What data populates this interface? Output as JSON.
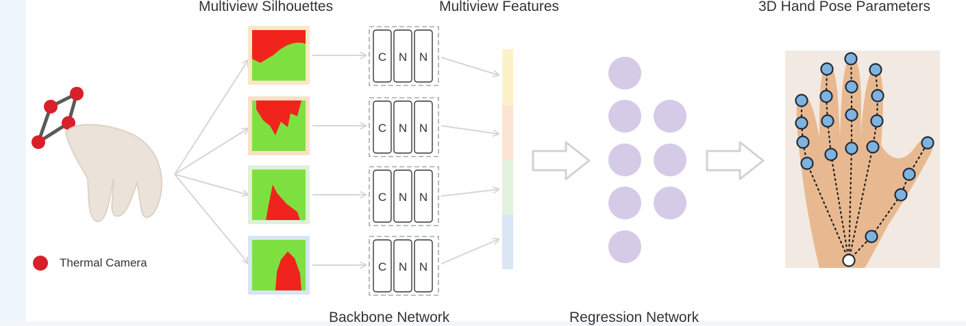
{
  "labels": {
    "silhouettes": "Multiview Silhouettes",
    "features": "Multiview Features",
    "pose": "3D Hand Pose Parameters",
    "backbone": "Backbone Network",
    "regression": "Regression Network",
    "legend_camera": "Thermal Camera"
  },
  "cnn_letters": [
    "C",
    "N",
    "N"
  ],
  "views": [
    {
      "id": "view-1",
      "frame_color": "#fbe7c4"
    },
    {
      "id": "view-2",
      "frame_color": "#fbe0c8"
    },
    {
      "id": "view-3",
      "frame_color": "#dff0d8"
    },
    {
      "id": "view-4",
      "frame_color": "#d7e4f2"
    }
  ],
  "feature_bar_colors": [
    "#fdf1c9",
    "#fbe3d4",
    "#e3f2dd",
    "#dbe6f5"
  ],
  "colors": {
    "camera_red": "#d8202a",
    "neuron": "#d6cbe6",
    "keypoint": "#7fb3df",
    "arrow": "#dadada",
    "silhouette_green": "#7ee040",
    "silhouette_red": "#f0241c"
  },
  "regression_layers": [
    5,
    3
  ],
  "icons": [
    "thermal-camera-icon",
    "hand-icon",
    "pose-hand-icon"
  ]
}
